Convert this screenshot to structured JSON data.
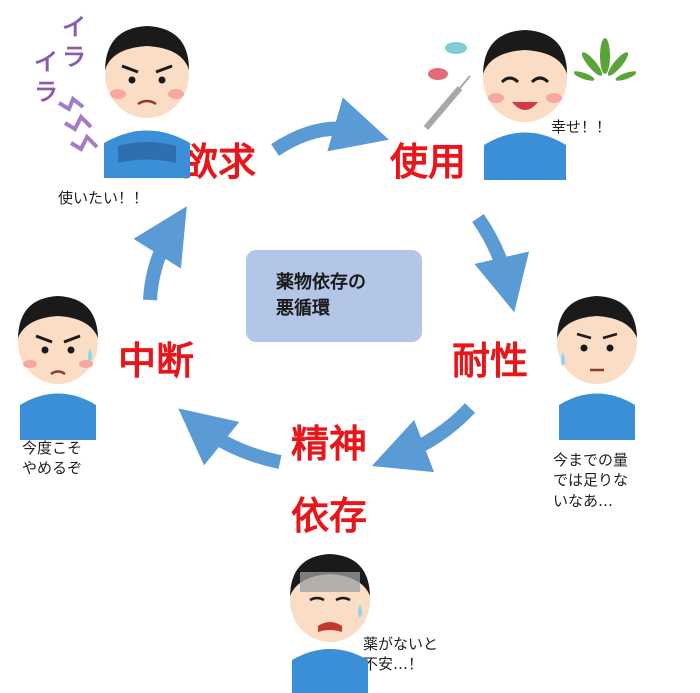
{
  "center": {
    "line1": "薬物依存の",
    "line2": "悪循環"
  },
  "stages": {
    "desire": "欲求",
    "use": "使用",
    "tolerance": "耐性",
    "dependence_line1": "精神",
    "dependence_line2": "依存",
    "stop": "中断"
  },
  "captions": {
    "desire": "使いたい！！",
    "use": "幸せ！！",
    "tolerance_line1": "今までの量",
    "tolerance_line2": "では足りな",
    "tolerance_line3": "いなあ…",
    "dependence_line1": "薬がないと",
    "dependence_line2": "不安…！",
    "stop_line1": "今度こそ",
    "stop_line2": "やめるぞ"
  },
  "irritation": {
    "char1": "イ",
    "char2": "ラ",
    "char3": "イ",
    "char4": "ラ"
  },
  "colors": {
    "label": "#e8161b",
    "arrow": "#5b9bd5",
    "box": "#b4c6e7",
    "shirt": "#3b8fd6",
    "skin": "#fbdcc4",
    "hair": "#1a1a1a"
  }
}
